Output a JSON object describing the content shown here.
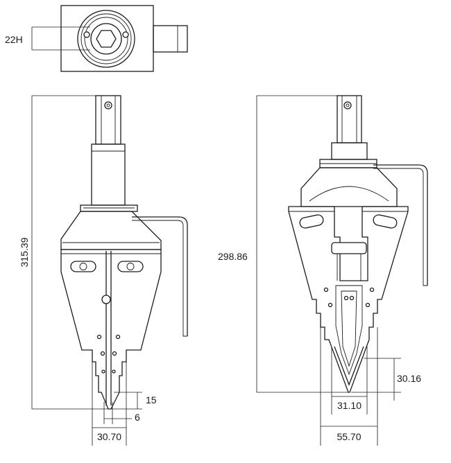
{
  "dimensions": {
    "hex_size": "22H",
    "left_height": "315.39",
    "right_height": "298.86",
    "tip_length": "15",
    "tip_width": "6",
    "left_jaw_width": "30.70",
    "right_tip_length": "30.16",
    "right_opening": "31.10",
    "right_jaw_width": "55.70"
  }
}
